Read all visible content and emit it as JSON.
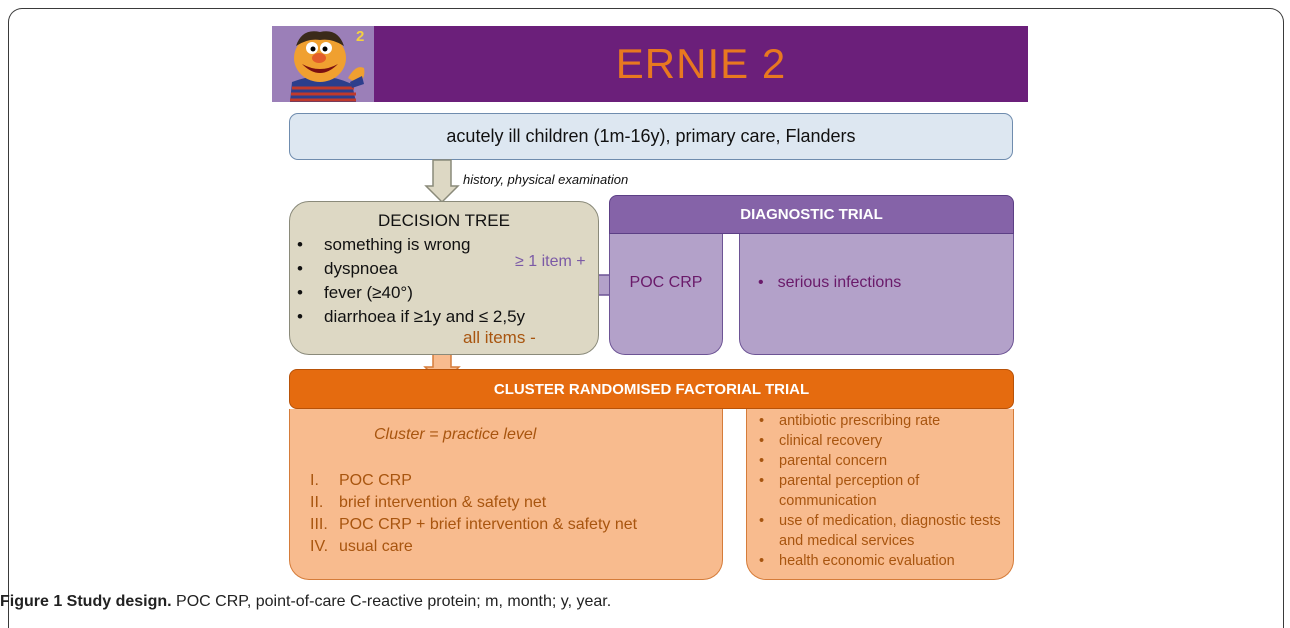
{
  "header": {
    "title": "ERNIE 2",
    "mascot_badge": "2"
  },
  "population": "acutely ill children (1m-16y), primary care, Flanders",
  "step_label": "history, physical examination",
  "decision_tree": {
    "title": "DECISION TREE",
    "bullet": "•",
    "items": [
      "something is wrong",
      "dyspnoea",
      "fever (≥40°)",
      "diarrhoea if ≥1y and ≤ 2,5y"
    ],
    "positive_label": "≥ 1 item +",
    "negative_label": "all items -"
  },
  "diagnostic_trial": {
    "title": "DIAGNOSTIC TRIAL",
    "test": "POC CRP",
    "bullet": "•",
    "outcome": "serious infections"
  },
  "cluster_trial": {
    "title": "CLUSTER RANDOMISED FACTORIAL TRIAL",
    "subtitle": "Cluster = practice level",
    "arms": [
      {
        "num": "I.",
        "label": "POC CRP"
      },
      {
        "num": "II.",
        "label": "brief intervention & safety net"
      },
      {
        "num": "III.",
        "label": "POC CRP + brief intervention & safety net"
      },
      {
        "num": "IV.",
        "label": "usual care"
      }
    ],
    "bullet": "•",
    "outcomes": [
      "antibiotic prescribing rate",
      "clinical recovery",
      "parental concern",
      "parental perception of communication",
      "use of medication, diagnostic tests and medical services",
      "health economic evaluation"
    ]
  },
  "caption": {
    "label": "Figure 1 Study design.",
    "text": " POC CRP, point-of-care C-reactive protein; m, month; y, year."
  },
  "colors": {
    "banner": "#6b1f7a",
    "title_orange": "#e87820",
    "diagnostic_purple": "#8563a8",
    "cluster_orange": "#e56b0f"
  }
}
